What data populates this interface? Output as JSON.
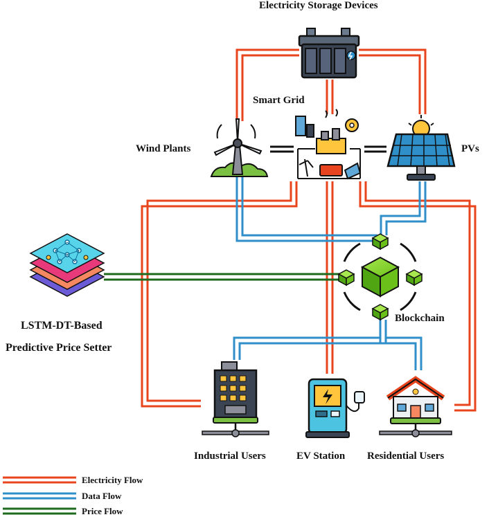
{
  "labels": {
    "storage": "Electricity Storage Devices",
    "smart_grid": "Smart Grid",
    "wind": "Wind Plants",
    "pvs": "PVs",
    "lstm_line1": "LSTM-DT-Based",
    "lstm_line2": "Predictive Price Setter",
    "blockchain": "Blockchain",
    "industrial": "Industrial Users",
    "ev": "EV Station",
    "residential": "Residential Users"
  },
  "legend": [
    {
      "label": "Electricity Flow",
      "color": "#e8451e"
    },
    {
      "label": "Data Flow",
      "color": "#2f8fc9"
    },
    {
      "label": "Price Flow",
      "color": "#1e6b1e"
    }
  ],
  "colors": {
    "electricity": "#e8451e",
    "data": "#2f8fc9",
    "price": "#1e6b1e",
    "cube": "#7dd321"
  }
}
